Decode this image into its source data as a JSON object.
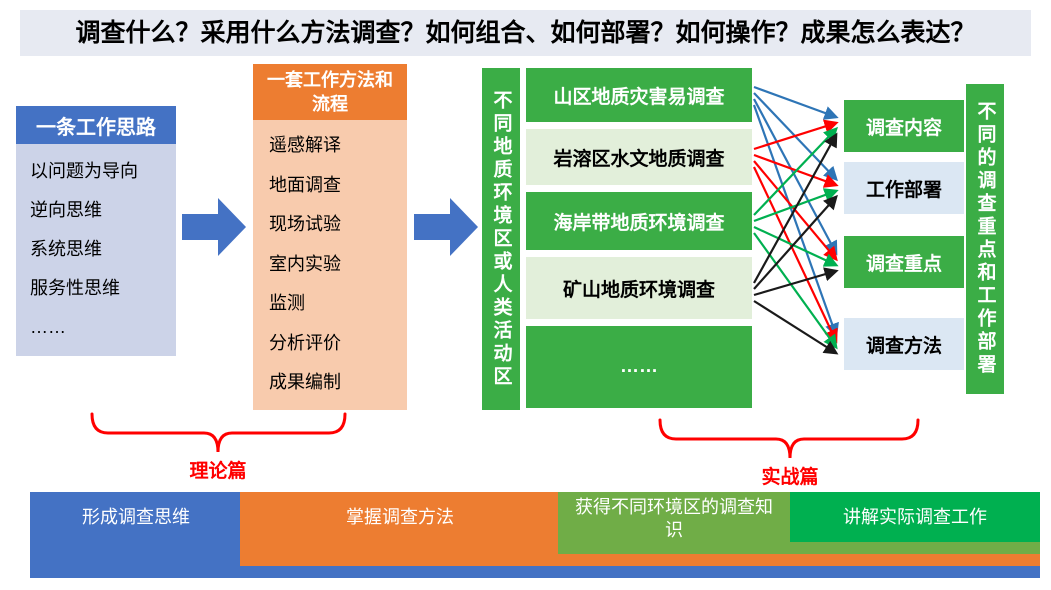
{
  "title": "调查什么？采用什么方法调查？如何组合、如何部署？如何操作？成果怎么表达？",
  "work_idea": {
    "header": "一条工作思路",
    "items": [
      "以问题为导向",
      "逆向思维",
      "系统思维",
      "服务性思维",
      "……"
    ]
  },
  "work_method": {
    "header": "一套工作方法和流程",
    "items": [
      "遥感解译",
      "地面调查",
      "现场试验",
      "室内实验",
      "监测",
      "分析评价",
      "成果编制"
    ]
  },
  "env_bar_label": "不同地质环境区或人类活动区",
  "env_boxes": [
    {
      "label": "山区地质灾害易调查",
      "style": "green"
    },
    {
      "label": "岩溶区水文地质调查",
      "style": "light"
    },
    {
      "label": "海岸带地质环境调查",
      "style": "green"
    },
    {
      "label": "矿山地质环境调查",
      "style": "light"
    },
    {
      "label": "……",
      "style": "green"
    }
  ],
  "result_boxes": [
    {
      "label": "调查内容",
      "style": "green"
    },
    {
      "label": "工作部署",
      "style": "blue"
    },
    {
      "label": "调查重点",
      "style": "green"
    },
    {
      "label": "调查方法",
      "style": "blue"
    }
  ],
  "result_bar_label": "不同的调查重点和工作部署",
  "section_labels": {
    "theory": "理论篇",
    "practice": "实战篇"
  },
  "bottom_bars": [
    {
      "label": "形成调查思维",
      "color": "#4472c4"
    },
    {
      "label": "掌握调查方法",
      "color": "#ed7d31"
    },
    {
      "label": "获得不同环境区的调查知识",
      "color": "#70ad47"
    },
    {
      "label": "讲解实际调查工作",
      "color": "#00b050"
    }
  ],
  "colors": {
    "accent_blue": "#4472c4",
    "accent_orange": "#ed7d31",
    "accent_green": "#3bad46",
    "pale_green": "#e2efda",
    "pale_blue": "#dbe7f3",
    "lavender": "#ccd3e8",
    "peach": "#f8cbad",
    "brace_red": "#ff0000",
    "arrow_blue": "#2e75b6",
    "arrow_red": "#ff0000",
    "arrow_green": "#00b050",
    "arrow_black": "#1a1a1a"
  }
}
